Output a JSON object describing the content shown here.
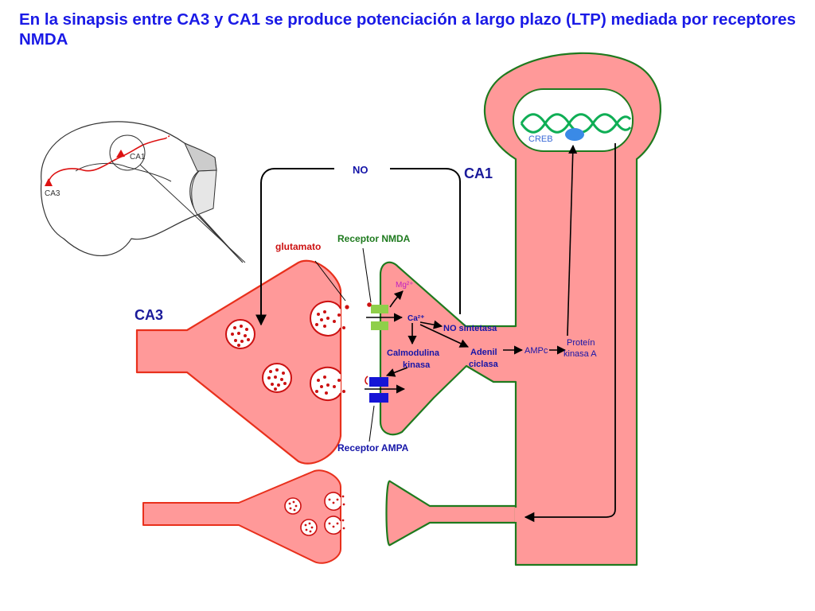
{
  "slide": {
    "title": "En la sinapsis entre CA3 y CA1 se produce potenciación a largo plazo (LTP) mediada por receptores NMDA"
  },
  "colors": {
    "title": "#1a1ae6",
    "ca3_neuron": "#ff9999",
    "ca3_outline": "#e8301c",
    "ca1_neuron": "#ff9999",
    "ca1_outline": "#1e7a1e",
    "nucleus_fill": "#ffffff",
    "dna": "#0fae55",
    "creb": "#3a8ae6",
    "nmda_receptor": "#8fcf4a",
    "ampa_receptor": "#1515d6",
    "vesicle": "#cc1111",
    "pathway_text": "#1515a8",
    "mg_text": "#c020c0"
  },
  "diagram": {
    "inset": {
      "ca1_label": "CA1",
      "ca3_label": "CA3"
    },
    "labels": {
      "ca1": "CA1",
      "ca3": "CA3",
      "no_top": "NO",
      "glutamato": "glutamato",
      "receptor_nmda": "Receptor NMDA",
      "receptor_ampa": "Receptor AMPA",
      "mg": "Mg²⁺",
      "ca": "Ca²⁺",
      "no_sintetasa": "NO sintetasa",
      "calmodulina_line1": "Calmodulina",
      "calmodulina_line2": "kinasa",
      "adenil_line1": "Adenil",
      "adenil_line2": "ciclasa",
      "ampc": "AMPc",
      "proteina_line1": "Proteín",
      "proteina_line2": "kinasa A",
      "creb": "CREB"
    }
  }
}
